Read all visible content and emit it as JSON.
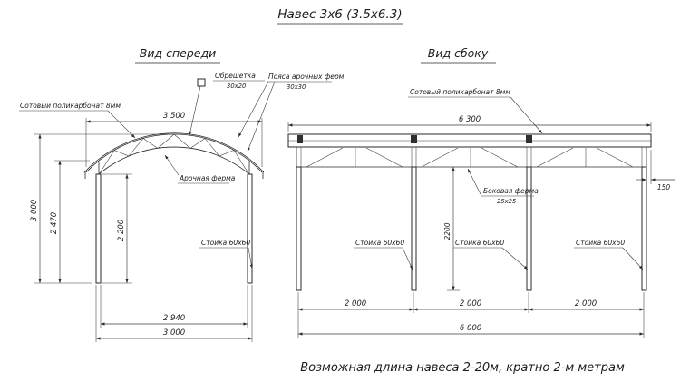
{
  "title": "Навес 3x6 (3.5x6.3)",
  "front_view": {
    "label": "Вид спереди",
    "callouts": {
      "obreshetka_line1": "Обрешетка",
      "obreshetka_line2": "30x20",
      "poyasa_line1": "Пояса арочных ферм",
      "poyasa_line2": "30x30",
      "polycarbonate": "Сотовый поликарбонат 8мм",
      "arch_truss": "Арочная ферма",
      "post": "Стойка 60x60"
    },
    "dimensions": {
      "arc_width": "3 500",
      "total_height": "3 000",
      "arc_base_height": "2 470",
      "post_height": "2 200",
      "inner_span": "2 940",
      "outer_span": "3 000"
    }
  },
  "side_view": {
    "label": "Вид сбоку",
    "callouts": {
      "polycarbonate": "Сотовый поликарбонат 8мм",
      "side_truss_line1": "Боковая ферма",
      "side_truss_line2": "25x25",
      "post1": "Стойка 60x60",
      "post2": "Стойка 60x60",
      "post3": "Стойка 60x60"
    },
    "dimensions": {
      "roof_length": "6 300",
      "overhang": "150",
      "post_height": "2200",
      "bay1": "2 000",
      "bay2": "2 000",
      "bay3": "2 000",
      "total_length": "6 000"
    }
  },
  "footer_note": "Возможная длина навеса 2-20м, кратно 2-м метрам"
}
